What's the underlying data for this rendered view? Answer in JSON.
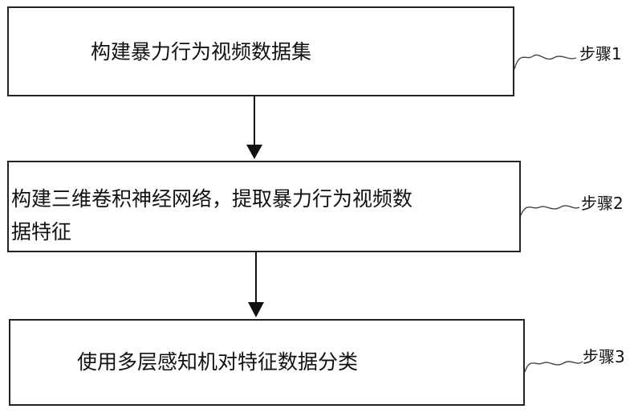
{
  "flowchart": {
    "steps": [
      {
        "text": "构建暴力行为视频数据集",
        "tag": "步骤1"
      },
      {
        "text_line1": "构建三维卷积神经网络，提取暴力行为视频数",
        "text_line2": "据特征",
        "tag": "步骤2"
      },
      {
        "text": "使用多层感知机对特征数据分类",
        "tag": "步骤3"
      }
    ]
  }
}
